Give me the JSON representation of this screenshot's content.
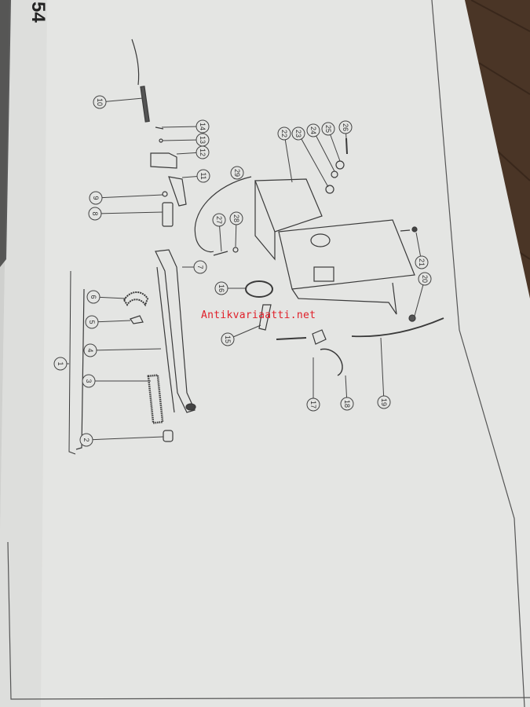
{
  "page": {
    "page_number": "54",
    "watermark": "Antikvariaatti.net"
  },
  "diagram": {
    "callouts": [
      "1",
      "2",
      "3",
      "4",
      "5",
      "6",
      "7",
      "8",
      "9",
      "10",
      "11",
      "12",
      "13",
      "14",
      "15",
      "16",
      "17",
      "18",
      "19",
      "20",
      "21",
      "22",
      "23",
      "24",
      "25",
      "26",
      "27",
      "28",
      "29"
    ]
  },
  "colors": {
    "paper": "#e4e5e3",
    "ink": "#3a3a3a",
    "wood": "#4a3526",
    "watermark": "#e0202a"
  }
}
